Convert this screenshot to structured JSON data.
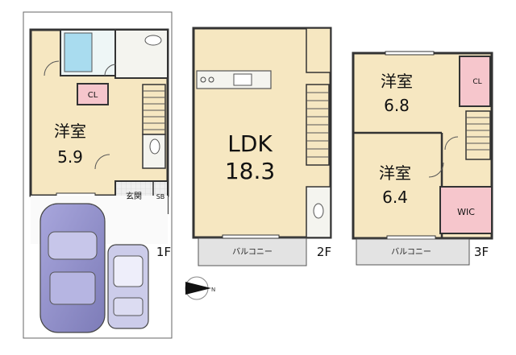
{
  "floors": [
    {
      "floor": "1F",
      "rooms": [
        {
          "name": "洋室",
          "size": "5.9"
        },
        {
          "name": "CL"
        },
        {
          "name": "玄関"
        },
        {
          "name": "SB"
        }
      ]
    },
    {
      "floor": "2F",
      "rooms": [
        {
          "name": "LDK",
          "size": "18.3"
        },
        {
          "name": "バルコニー"
        }
      ]
    },
    {
      "floor": "3F",
      "rooms": [
        {
          "name": "洋室",
          "size": "6.8"
        },
        {
          "name": "洋室",
          "size": "6.4"
        },
        {
          "name": "CL"
        },
        {
          "name": "WIC"
        },
        {
          "name": "バルコニー"
        }
      ]
    }
  ],
  "colors": {
    "room_fill": "#f6e7c1",
    "closet_fill": "#f6c6cc",
    "bath_fill": "#a9dcef",
    "balcony_fill": "#e3e3e3",
    "wall": "#333333",
    "car_large": "#9a99cf",
    "car_small": "#c8c8e6"
  },
  "compass": {
    "icon": "north-arrow-icon",
    "label": "N"
  }
}
